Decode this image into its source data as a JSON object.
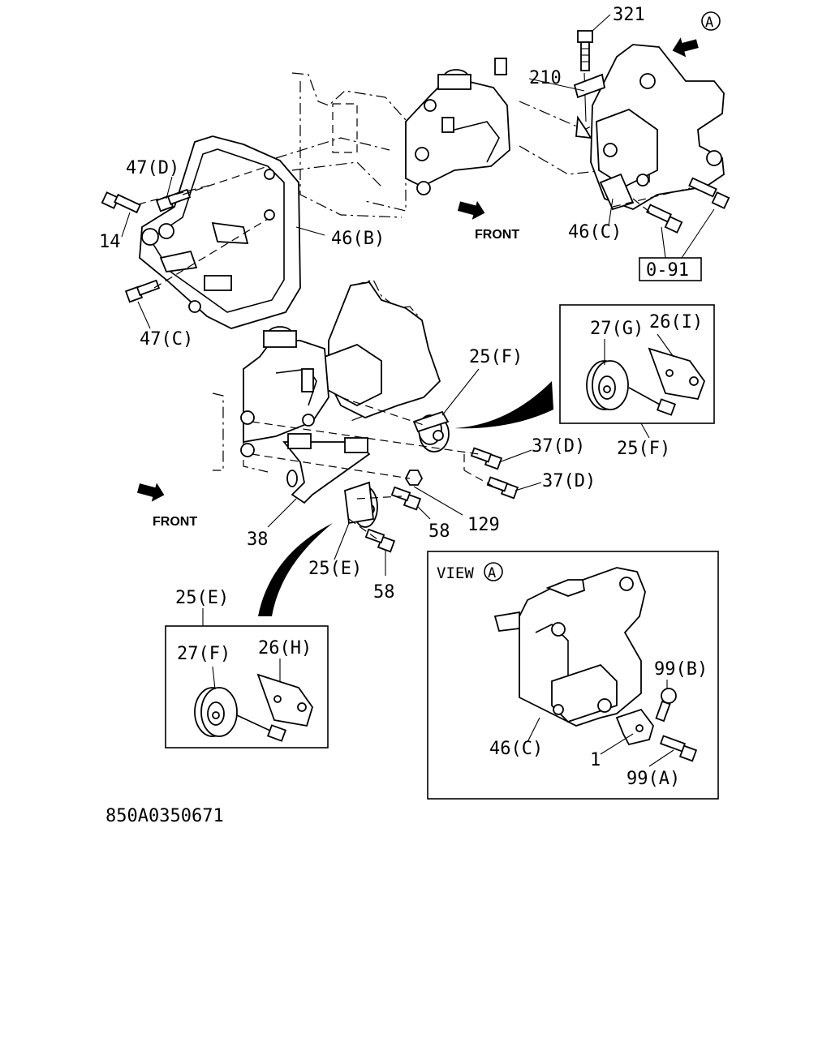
{
  "diagram_id": "850A0350671",
  "view_label": "VIEW",
  "view_ref": "A",
  "front_labels": [
    "FRONT",
    "FRONT"
  ],
  "callouts": {
    "c321": "321",
    "cA": "A",
    "c210": "210",
    "c47D": "47(D)",
    "c14": "14",
    "c46B": "46(B)",
    "c47C": "47(C)",
    "c46C_top": "46(C)",
    "c091": "0-91",
    "c27G": "27(G)",
    "c26I": "26(I)",
    "c25F": "25(F)",
    "c25F_box": "25(F)",
    "c37D_1": "37(D)",
    "c37D_2": "37(D)",
    "c38": "38",
    "c58_1": "58",
    "c129": "129",
    "c25E": "25(E)",
    "c58_2": "58",
    "c25E_box": "25(E)",
    "c27F": "27(F)",
    "c26H": "26(H)",
    "c99B": "99(B)",
    "c46C_view": "46(C)",
    "c1": "1",
    "c99A": "99(A)"
  }
}
